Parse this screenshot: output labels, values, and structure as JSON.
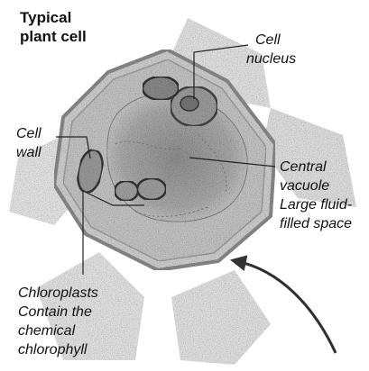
{
  "title": {
    "line1": "Typical",
    "line2": "plant cell"
  },
  "labels": {
    "nucleus": {
      "line1": "Cell",
      "line2": "nucleus"
    },
    "cell_wall": {
      "line1": "Cell",
      "line2": "wall"
    },
    "vacuole": {
      "line1": "Central",
      "line2": "vacuole",
      "line3": "Large fluid-",
      "line4": "filled space"
    },
    "chloroplasts": {
      "line1": "Chloroplasts",
      "line2": "Contain the",
      "line3": "chemical",
      "line4": "chlorophyll"
    }
  }
}
